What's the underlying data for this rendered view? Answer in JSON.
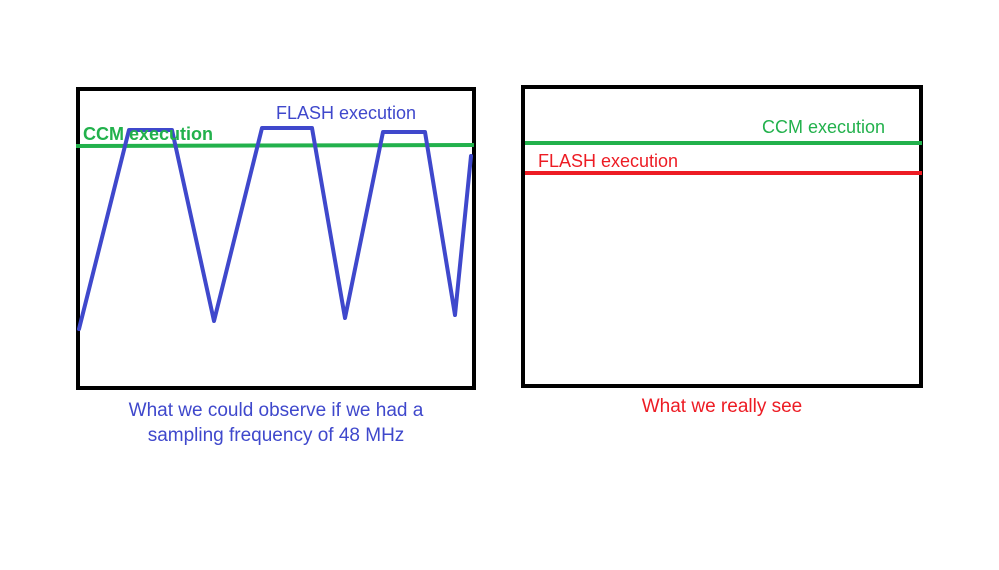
{
  "left_panel": {
    "ccm_label": "CCM execution",
    "flash_label": "FLASH execution",
    "caption_line1": "What we could observe if we had a",
    "caption_line2": "sampling frequency of 48 MHz"
  },
  "right_panel": {
    "ccm_label": "CCM execution",
    "flash_label": "FLASH execution",
    "caption": "What we really see"
  },
  "colors": {
    "frame": "#000000",
    "ccm": "#22b14c",
    "flash_wave": "#3f48cc",
    "flash_real": "#ed1c24",
    "background": "#ffffff"
  }
}
